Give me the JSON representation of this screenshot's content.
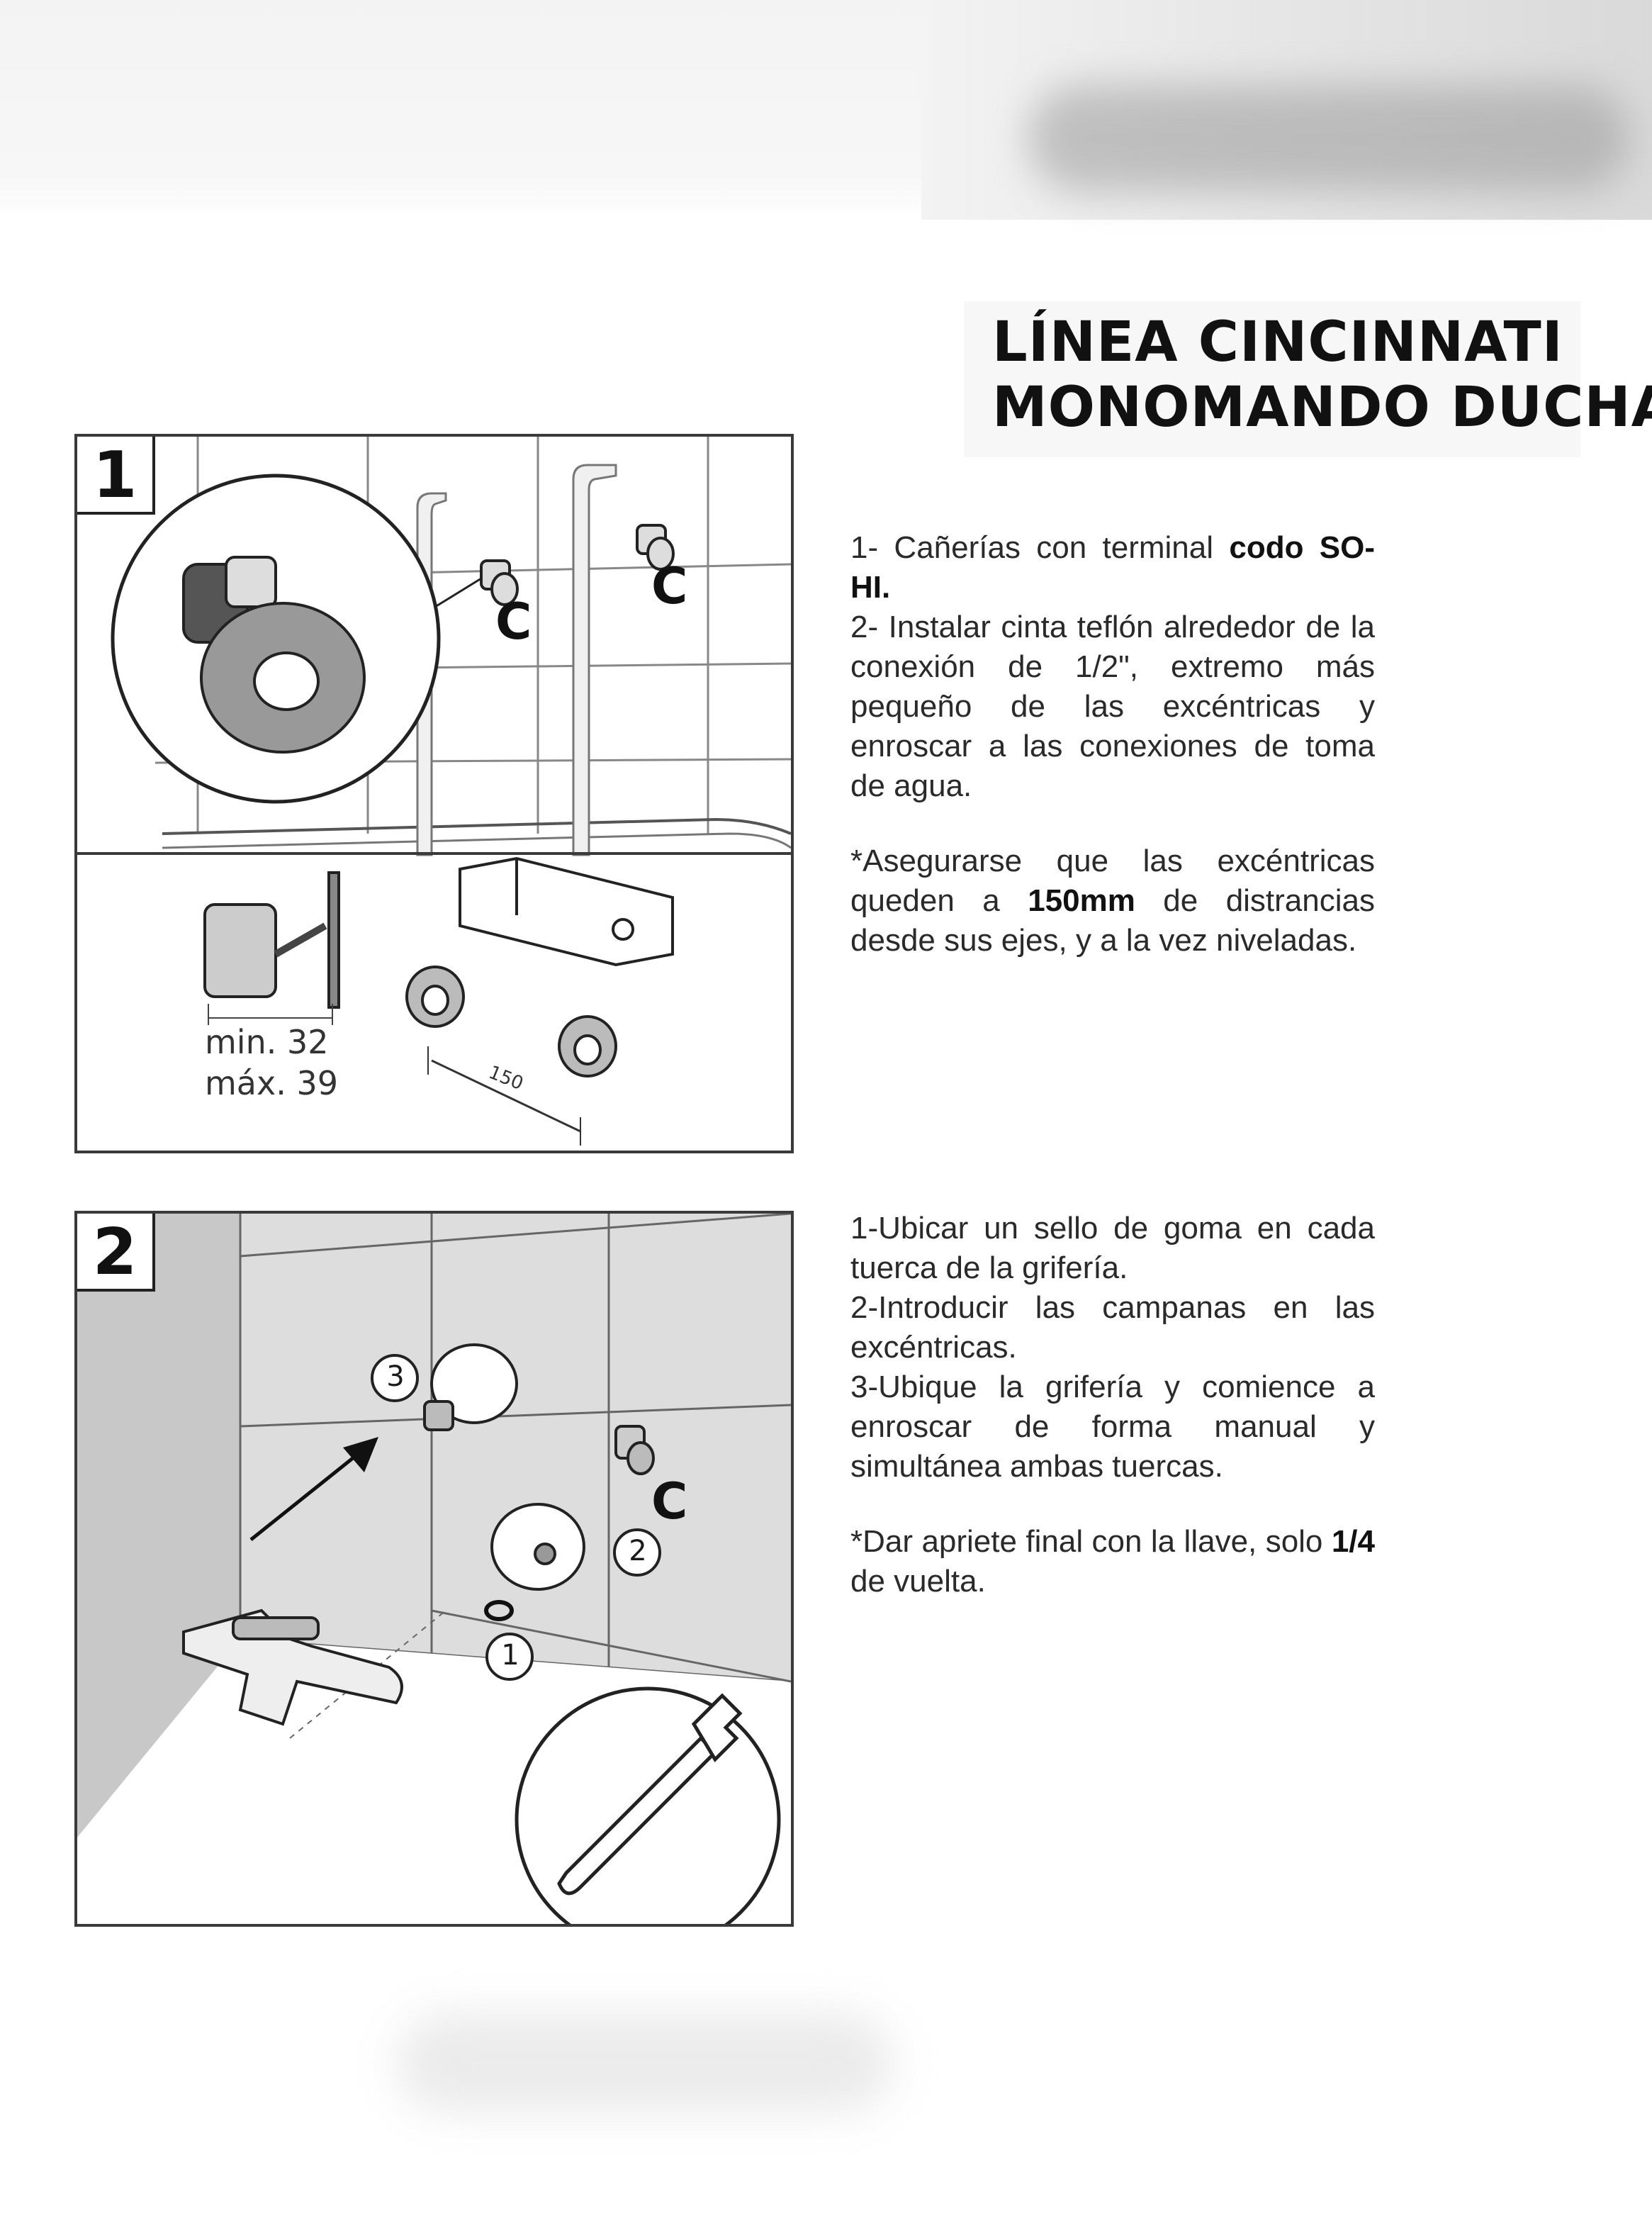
{
  "header": {
    "title_line1": "LÍNEA CINCINNATI",
    "title_line2": "MONOMANDO DUCHA"
  },
  "step1": {
    "number": "1",
    "lines": [
      {
        "text": "1- Cañerías con terminal ",
        "bold": "codo SO-HI."
      },
      {
        "text": "2- Instalar cinta teflón alrededor de la conexión de 1/2\", extremo más pequeño de las excéntricas y enroscar a las conexiones de toma de agua."
      }
    ],
    "note_pre": "*Asegurarse que las excéntricas queden a ",
    "note_bold": "150mm",
    "note_post": " de distrancias desde sus ejes, y a la vez niveladas.",
    "dim_min": "min. 32",
    "dim_max": "máx. 39",
    "dim_150": "150"
  },
  "step2": {
    "number": "2",
    "line1": "1-Ubicar un sello de goma en cada tuerca de la grifería.",
    "line2": "2-Introducir las campanas en las excéntricas.",
    "line3": "3-Ubique la grifería y comience a enroscar de forma manual y simultánea ambas tuercas.",
    "note_pre": "*Dar apriete final con la llave, solo ",
    "note_bold": "1/4",
    "note_post": " de vuelta.",
    "callouts": [
      "1",
      "2",
      "3"
    ]
  }
}
